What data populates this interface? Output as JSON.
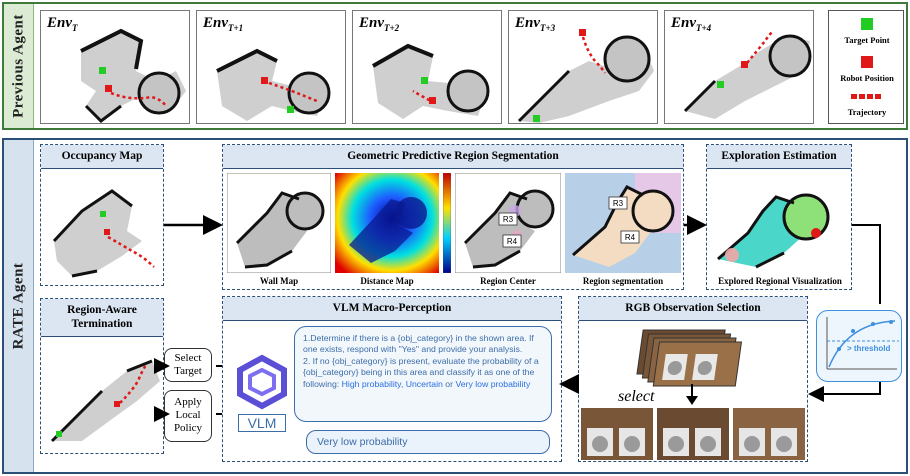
{
  "previous_agent": {
    "title": "Previous Agent",
    "env_labels": [
      "Env",
      "Env",
      "Env",
      "Env",
      "Env"
    ],
    "env_subscripts": [
      "T",
      "T+1",
      "T+2",
      "T+3",
      "T+4"
    ],
    "legend": {
      "target": "Target Point",
      "robot": "Robot Position",
      "trajectory": "Trajectory"
    }
  },
  "rate_agent": {
    "title": "RATE Agent",
    "occupancy": "Occupancy Map",
    "gprs": {
      "title": "Geometric Predictive Region Segmentation",
      "captions": [
        "Wall Map",
        "Distance Map",
        "Region Center",
        "Region segmentation"
      ],
      "region_labels": [
        "R3",
        "R4",
        "R3",
        "R4"
      ]
    },
    "exploration": {
      "title": "Exploration Estimation",
      "caption_prefix": "Explored Regional ",
      "caption_bold": "Visualization"
    },
    "termination": "Region-Aware Termination",
    "actions": [
      "Select Target",
      "Apply Local Policy"
    ],
    "vlm": {
      "title": "VLM Macro-Perception",
      "label": "VLM",
      "prompt_line1": "1.Determine if there is a {obj_category} in the shown area. If one exists, respond with \"Yes\" and provide your analysis.",
      "prompt_line2": "2. If no {obj_category} is present, evaluate the probability of a {obj_category} being in this area and classify it as one of the following:",
      "opt_high": "High probability",
      "opt_sep1": ", ",
      "opt_unc": "Uncertain",
      "opt_sep2": " or ",
      "opt_low": "Very low probability",
      "answer": "Very low probability"
    },
    "rgb": {
      "title": "RGB Observation Selection",
      "select": "select"
    },
    "threshold": "> threshold"
  },
  "colors": {
    "prev_green": "#3f7a3a",
    "rate_blue": "#2c4f78",
    "accent_blue": "#3d6da8",
    "target_green": "#22cc22",
    "robot_red": "#e01818"
  }
}
